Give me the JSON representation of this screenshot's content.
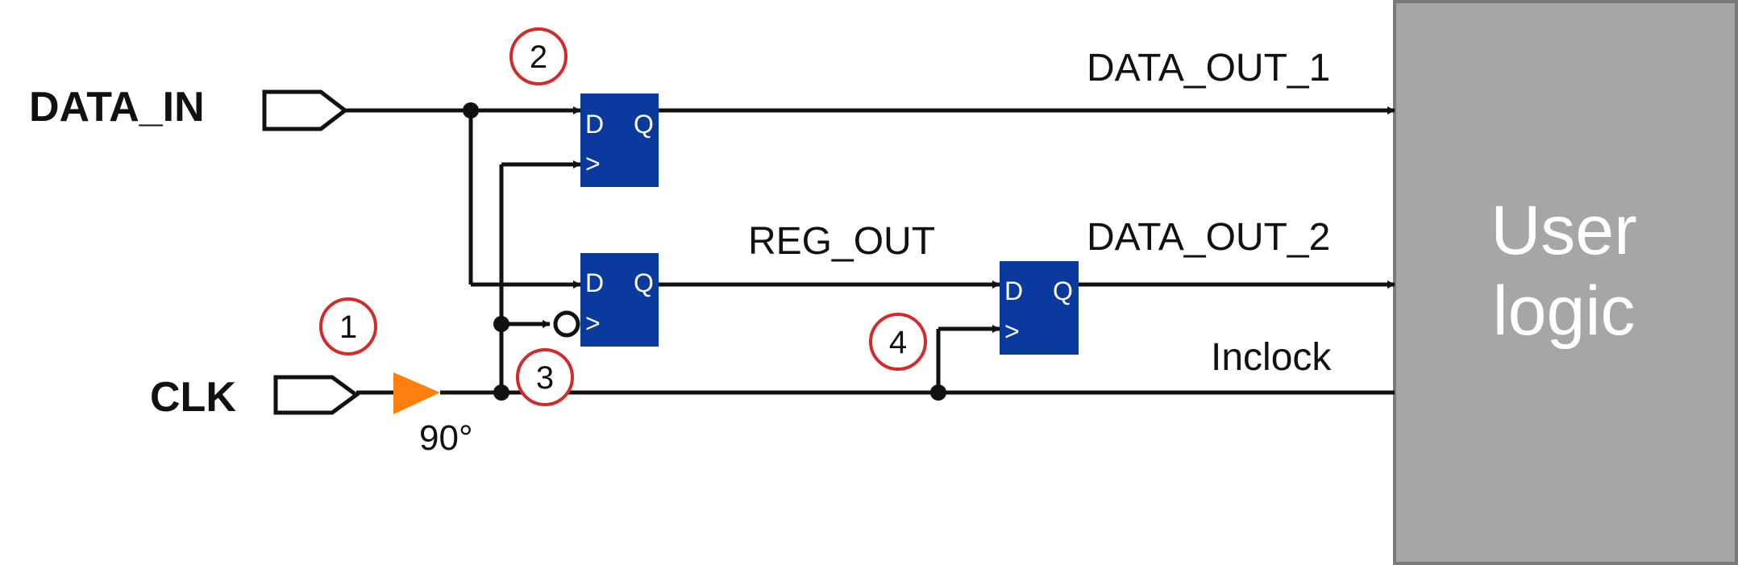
{
  "ports": {
    "data_in": "DATA_IN",
    "clk": "CLK"
  },
  "signals": {
    "data_out_1": "DATA_OUT_1",
    "data_out_2": "DATA_OUT_2",
    "reg_out": "REG_OUT",
    "inclock": "Inclock"
  },
  "phase_shift": "90°",
  "flipflop_pins": {
    "d": "D",
    "q": "Q",
    "clk": ">"
  },
  "markers": [
    "1",
    "2",
    "3",
    "4"
  ],
  "user_logic": {
    "line1": "User",
    "line2": "logic"
  },
  "colors": {
    "flipflop_fill": "#0b3a9e",
    "buffer_fill": "#ff7f0e",
    "marker_stroke": "#d42a2a",
    "user_logic_fill": "#a6a6a6",
    "wire": "#111111"
  }
}
